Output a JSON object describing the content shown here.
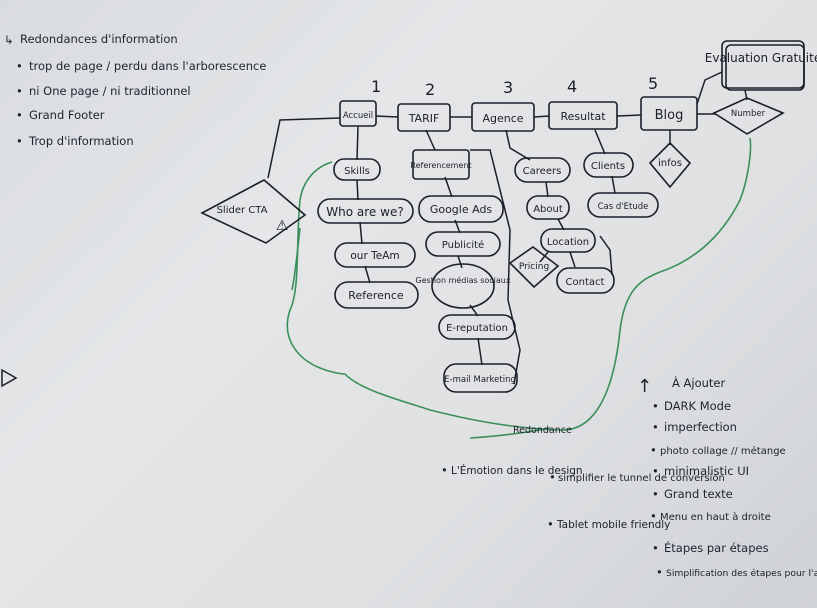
{
  "problems": {
    "title": "Redondances d'information",
    "items": [
      "trop de page / perdu dans l'arborescence",
      "ni One page / ni traditionnel",
      "Grand Footer",
      "Trop d'information"
    ]
  },
  "menu": {
    "numbers": [
      "1",
      "2",
      "3",
      "4",
      "5"
    ],
    "items": [
      "Accueil",
      "TARIF",
      "Agence",
      "Resultat",
      "Blog"
    ]
  },
  "nodes": {
    "evaluation": "Evaluation Gratuite",
    "number": "Number",
    "infos": "infos",
    "slider": "Slider CTA",
    "warning": "⚠",
    "accueil_children": [
      "Skills",
      "Who are we?",
      "our TeAm",
      "Reference"
    ],
    "tarif_children": [
      "Referencement",
      "Google Ads",
      "Publicité",
      "Gestion médias sociaux",
      "E-reputation",
      "E-mail Marketing"
    ],
    "agence_children": [
      "Careers",
      "About",
      "Location",
      "Pricing",
      "Contact"
    ],
    "resultat_children": [
      "Clients",
      "Cas d'Etude"
    ]
  },
  "green_label": "Redondance",
  "ajouter": {
    "arrow": "↑",
    "title": "À Ajouter",
    "items": [
      "DARK Mode",
      "imperfection",
      "photo collage // métange",
      "minimalistic UI",
      "Grand texte",
      "Menu en haut à droite",
      "Étapes par étapes",
      "Simplification des étapes pour l'acquisition"
    ]
  },
  "bottom_notes": [
    "L'Émotion dans le design",
    "simplifier le tunnel de conversion",
    "Tablet mobile friendly"
  ]
}
